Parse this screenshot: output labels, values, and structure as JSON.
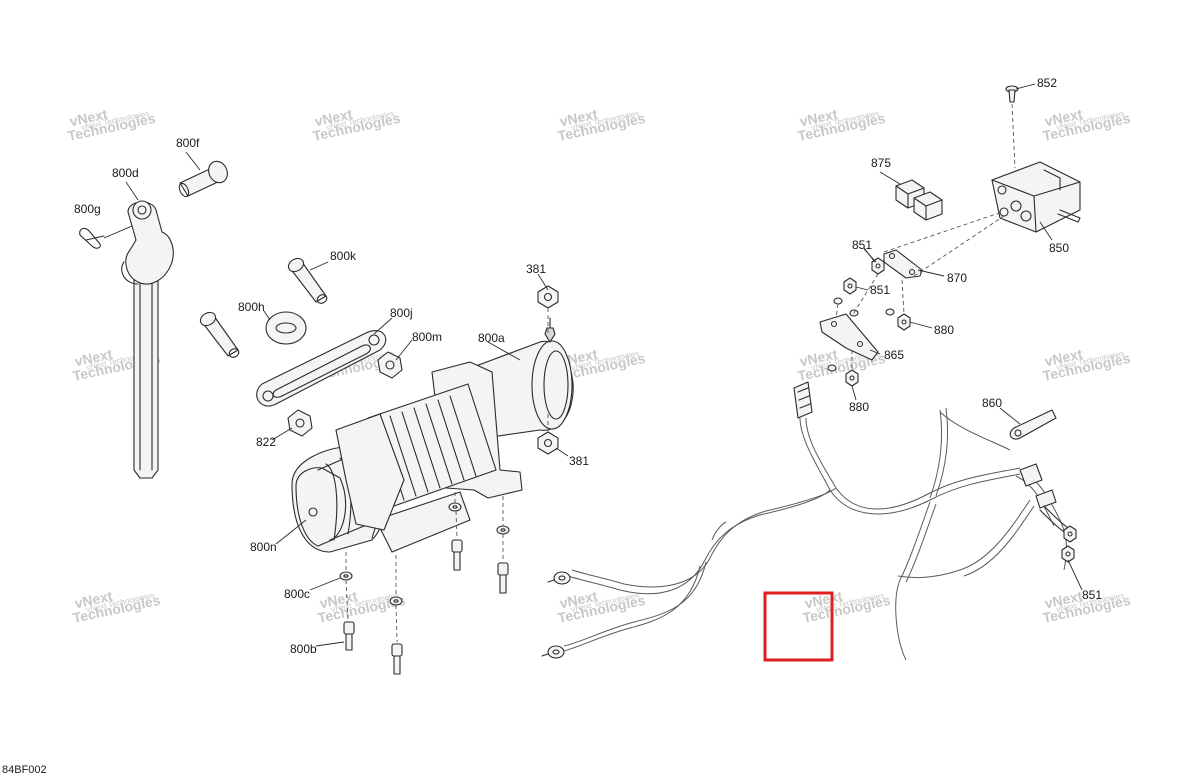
{
  "diagram": {
    "reference_code": "84BF002",
    "watermark": {
      "line1": "vNext",
      "line2": "Technologies",
      "small": "vNext Technologies"
    },
    "callouts": {
      "c852": "852",
      "c875": "875",
      "c850": "850",
      "c851a": "851",
      "c870": "870",
      "c851b": "851",
      "c880a": "880",
      "c865": "865",
      "c880b": "880",
      "c860": "860",
      "c851c": "851",
      "c800f": "800f",
      "c800d": "800d",
      "c800g": "800g",
      "c800k": "800k",
      "c800h": "800h",
      "c800j": "800j",
      "c800m": "800m",
      "c800a": "800a",
      "c381a": "381",
      "c381b": "381",
      "c822": "822",
      "c800n": "800n",
      "c800c": "800c",
      "c800b": "800b"
    },
    "colors": {
      "highlight": "#e02020",
      "line": "#2b2b2b",
      "watermark": "#c8c8c8"
    }
  }
}
